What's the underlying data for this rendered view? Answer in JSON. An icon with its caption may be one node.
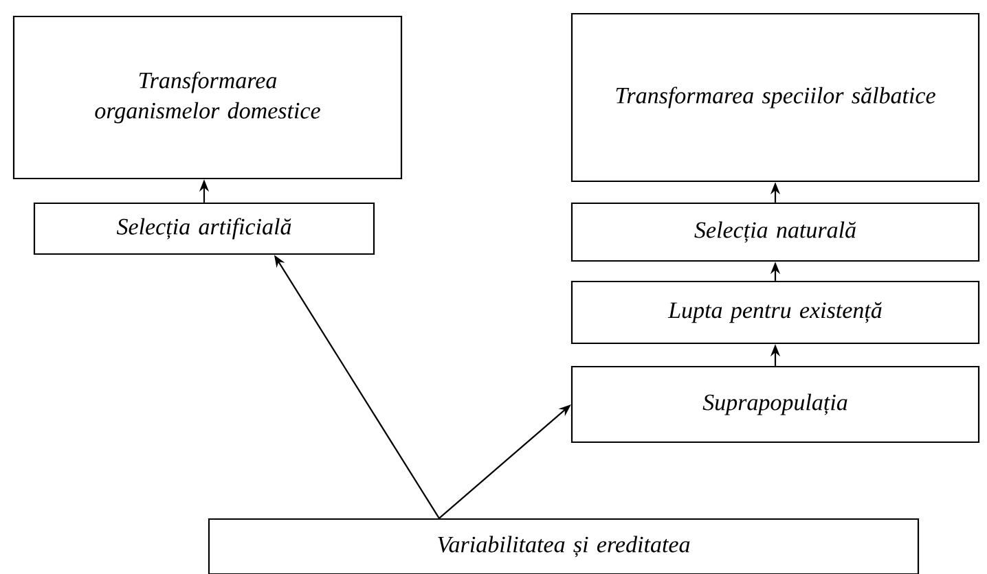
{
  "diagram": {
    "nodes": [
      {
        "text": [
          "Transformarea organismelor domestice"
        ]
      },
      {
        "text": [
          "Transformarea speciilor sălbatice"
        ]
      },
      {
        "text": [
          "Selecția artificială"
        ]
      },
      {
        "text": [
          "Selecția naturală"
        ]
      },
      {
        "text": [
          "Lupta pentru existență"
        ]
      },
      {
        "text": [
          "Suprapopulația"
        ]
      },
      {
        "text": [
          "Variabilitatea și ereditatea"
        ]
      }
    ],
    "edges": [
      {
        "from": 2,
        "to": 0,
        "arrow": "to"
      },
      {
        "from": 3,
        "to": 1,
        "arrow": "to"
      },
      {
        "from": 4,
        "to": 3,
        "arrow": "to"
      },
      {
        "from": 5,
        "to": 4,
        "arrow": "to"
      },
      {
        "from": 6,
        "to": 2,
        "arrow": "to"
      },
      {
        "from": 6,
        "to": 5,
        "arrow": "to"
      }
    ]
  }
}
